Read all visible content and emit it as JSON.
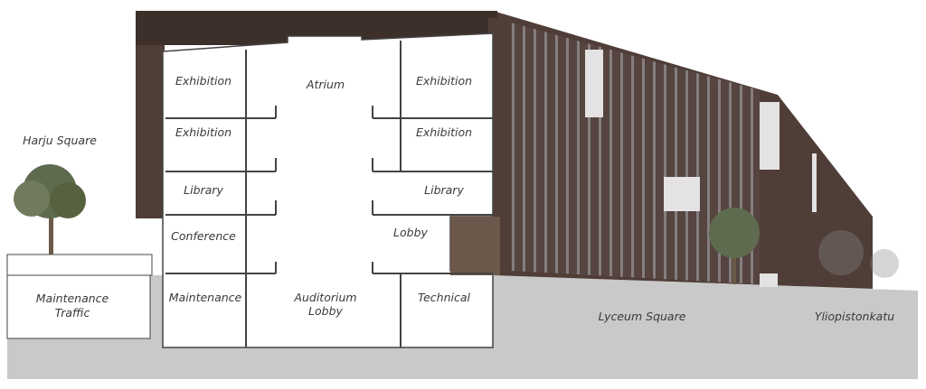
{
  "colors": {
    "brick": "#4f3d37",
    "roof": "#3d302b",
    "ground": "#c9c9c9",
    "wall": "#ffffff",
    "wood": "#6b584a",
    "glass": "#e4e2e2"
  },
  "labels": {
    "harju_square": "Harju Square",
    "maintenance_traffic_1": "Maintenance",
    "maintenance_traffic_2": "Traffic",
    "exhibition_top_left": "Exhibition",
    "atrium": "Atrium",
    "exhibition_top_right": "Exhibition",
    "exhibition_mid_left": "Exhibition",
    "exhibition_mid_right": "Exhibition",
    "library_left": "Library",
    "library_right": "Library",
    "conference": "Conference",
    "lobby": "Lobby",
    "maintenance": "Maintenance",
    "auditorium_lobby_1": "Auditorium",
    "auditorium_lobby_2": "Lobby",
    "technical": "Technical",
    "lyceum_square": "Lyceum Square",
    "yliopistonkatu": "Yliopistonkatu"
  }
}
